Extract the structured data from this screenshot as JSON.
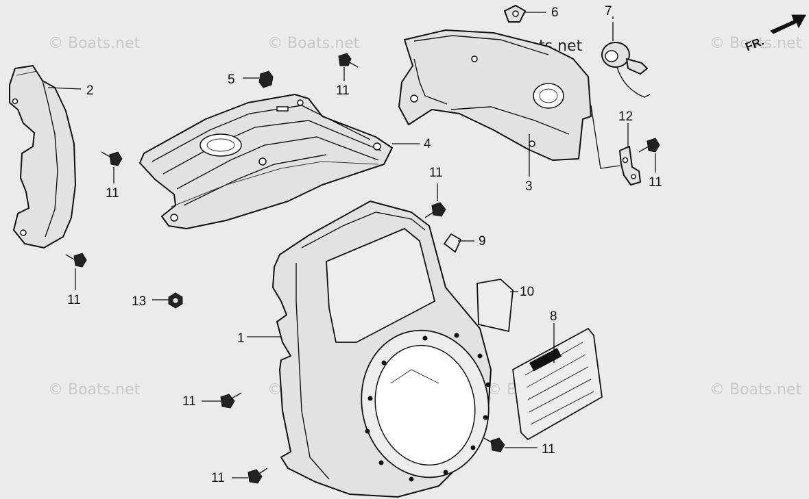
{
  "watermark": {
    "text": "© Boats.net",
    "dark_text": "© Boats.net"
  },
  "direction_marker": {
    "label": "FR."
  },
  "callouts": [
    {
      "id": "c1",
      "label": "1"
    },
    {
      "id": "c2",
      "label": "2"
    },
    {
      "id": "c3",
      "label": "3"
    },
    {
      "id": "c4",
      "label": "4"
    },
    {
      "id": "c5",
      "label": "5"
    },
    {
      "id": "c6",
      "label": "6"
    },
    {
      "id": "c7",
      "label": "7"
    },
    {
      "id": "c8",
      "label": "8"
    },
    {
      "id": "c9",
      "label": "9"
    },
    {
      "id": "c10",
      "label": "10"
    },
    {
      "id": "c11a",
      "label": "11"
    },
    {
      "id": "c11b",
      "label": "11"
    },
    {
      "id": "c11c",
      "label": "11"
    },
    {
      "id": "c11d",
      "label": "11"
    },
    {
      "id": "c11e",
      "label": "11"
    },
    {
      "id": "c11f",
      "label": "11"
    },
    {
      "id": "c11g",
      "label": "11"
    },
    {
      "id": "c11h",
      "label": "11"
    },
    {
      "id": "c12",
      "label": "12"
    },
    {
      "id": "c13",
      "label": "13"
    }
  ],
  "colors": {
    "background": "#ebebeb",
    "line": "#111111",
    "watermark": "#c9c9c9"
  }
}
